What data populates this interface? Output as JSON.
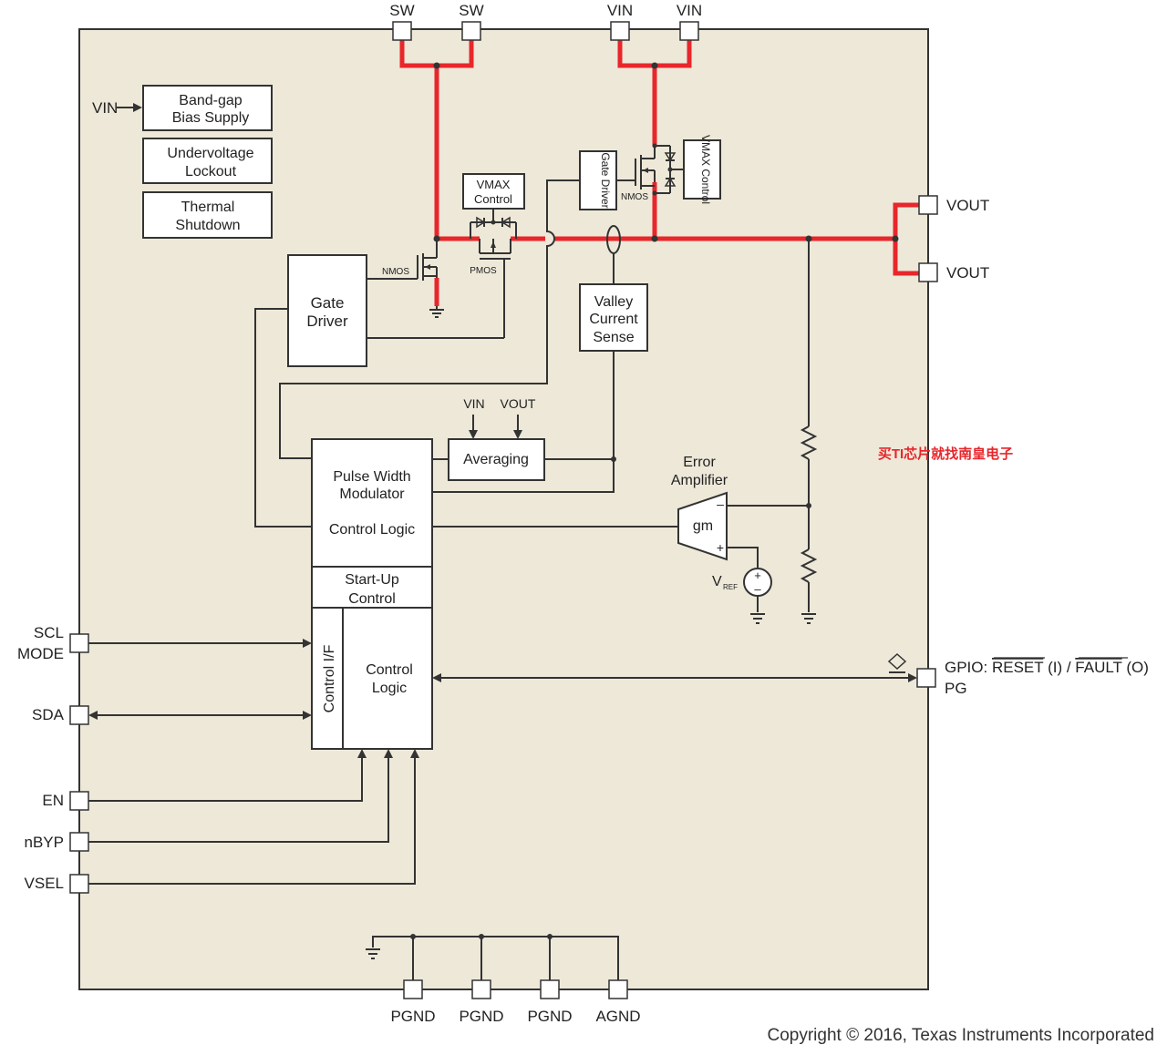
{
  "pins": {
    "sw1": "SW",
    "sw2": "SW",
    "vin1": "VIN",
    "vin2": "VIN",
    "vout1": "VOUT",
    "vout2": "VOUT",
    "scl": "SCL",
    "mode": "MODE",
    "sda": "SDA",
    "en": "EN",
    "nbyp": "nBYP",
    "vsel": "VSEL",
    "gpio_prefix": "GPIO: ",
    "gpio_reset": "RESET",
    "gpio_i": " (I) / ",
    "gpio_fault": "FAULT",
    "gpio_o": " (O)",
    "pg": "PG",
    "pgnd1": "PGND",
    "pgnd2": "PGND",
    "pgnd3": "PGND",
    "agnd": "AGND"
  },
  "blocks": {
    "vin_label": "VIN",
    "bandgap_l1": "Band-gap",
    "bandgap_l2": "Bias Supply",
    "uvlo_l1": "Undervoltage",
    "uvlo_l2": "Lockout",
    "thermal_l1": "Thermal",
    "thermal_l2": "Shutdown",
    "gate_driver_l1": "Gate",
    "gate_driver_l2": "Driver",
    "gate_driver_small": "Gate Driver",
    "vmax_ctrl_l1": "VMAX",
    "vmax_ctrl_l2": "Control",
    "vmax_ctrl_rot": "VMAX Control",
    "nmos1": "NMOS",
    "nmos2": "NMOS",
    "pmos": "PMOS",
    "valley_l1": "Valley",
    "valley_l2": "Current",
    "valley_l3": "Sense",
    "avg_vin": "VIN",
    "avg_vout": "VOUT",
    "averaging": "Averaging",
    "pwm_l1": "Pulse Width",
    "pwm_l2": "Modulator",
    "ctrl_logic_top": "Control Logic",
    "startup_l1": "Start-Up",
    "startup_l2": "Control",
    "control_if": "Control I/F",
    "ctrl_logic_l1": "Control",
    "ctrl_logic_l2": "Logic",
    "error_l1": "Error",
    "error_l2": "Amplifier",
    "gm": "gm",
    "vref": "V",
    "vref_sub": "REF"
  },
  "watermark": "买TI芯片就找南皇电子",
  "copyright": "Copyright © 2016, Texas Instruments Incorporated",
  "colors": {
    "chip_fill": "#ede8d8",
    "power_path": "#e8262b",
    "line": "#333333"
  }
}
